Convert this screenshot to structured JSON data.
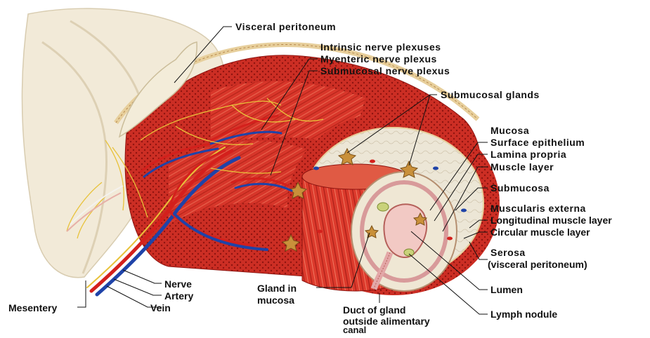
{
  "labels": {
    "visceral_peritoneum": "Visceral peritoneum",
    "intrinsic_nerve_plexuses": "Intrinsic nerve plexuses",
    "myenteric_nerve_plexus": "Myenteric nerve plexus",
    "submucosal_nerve_plexus": "Submucosal nerve plexus",
    "submucosal_glands": "Submucosal glands",
    "mucosa": "Mucosa",
    "surface_epithelium": "Surface epithelium",
    "lamina_propria": "Lamina propria",
    "muscle_layer": "Muscle layer",
    "submucosa": "Submucosa",
    "muscularis_externa": "Muscularis externa",
    "longitudinal_muscle_layer": "Longitudinal muscle layer",
    "circular_muscle_layer": "Circular muscle layer",
    "serosa": "Serosa",
    "serosa_sub": "(visceral peritoneum)",
    "lumen": "Lumen",
    "lymph_nodule": "Lymph nodule",
    "duct_line1": "Duct of gland",
    "duct_line2": "outside alimentary",
    "duct_line3": "canal",
    "gland_line1": "Gland in",
    "gland_line2": "mucosa",
    "nerve": "Nerve",
    "artery": "Artery",
    "vein": "Vein",
    "mesentery": "Mesentery"
  },
  "colors": {
    "muscle": "#d8362a",
    "muscle_dark": "#a81e18",
    "submucosa": "#ece6d6",
    "mesentery": "#efe6d2",
    "artery": "#d4201c",
    "vein": "#1f43a8",
    "nerve": "#e8c23a",
    "gland": "#c9903a",
    "mucosa_pink": "#e8b0b0",
    "leader": "#111111"
  }
}
